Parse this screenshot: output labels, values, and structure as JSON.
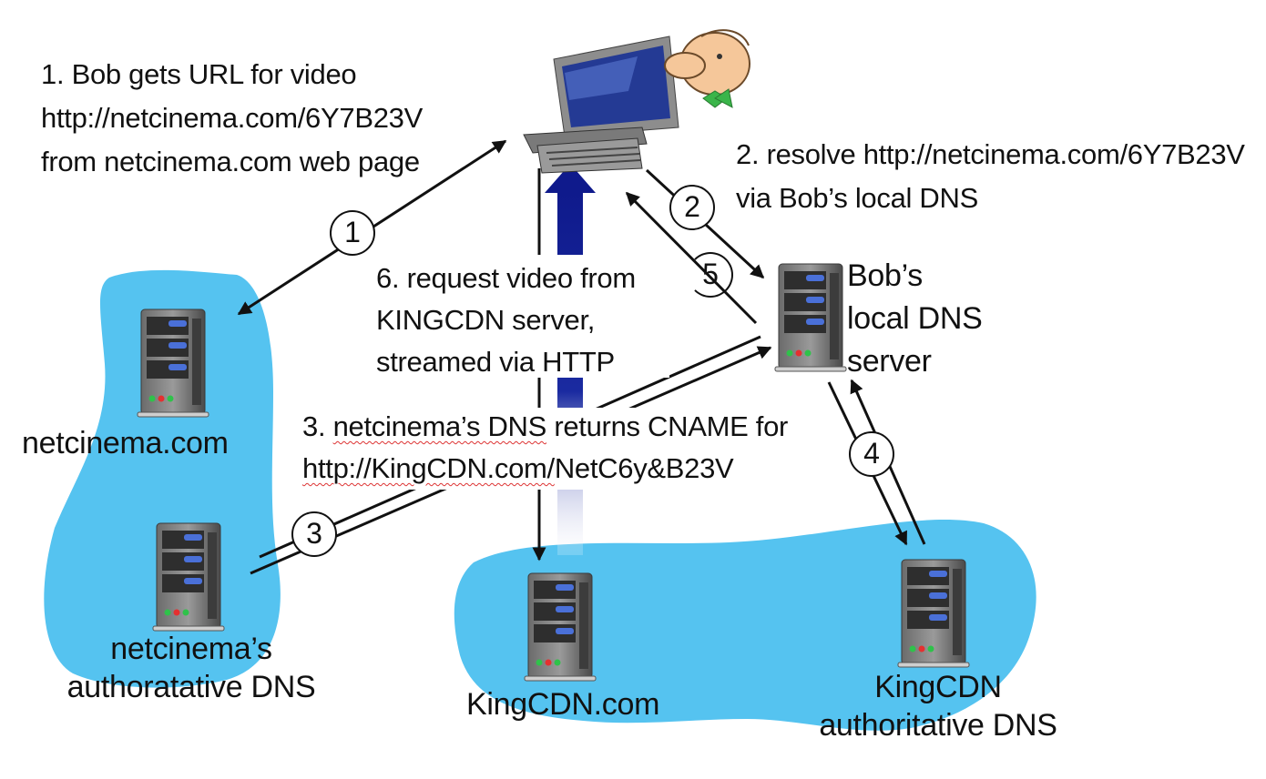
{
  "step1": {
    "lines": [
      "1. Bob gets URL for video",
      "http://netcinema.com/6Y7B23V",
      "from netcinema.com web page"
    ]
  },
  "step2": {
    "lines": [
      "2. resolve http://netcinema.com/6Y7B23V",
      "via Bob’s local DNS"
    ]
  },
  "step3": {
    "prefix": "3.",
    "squiggled": "netcinema’s DNS",
    "mid": " returns CNAME for",
    "line2_squiggled": "http://KingCDN.com/",
    "line2_rest": "NetC6y&B23V"
  },
  "step6": {
    "lines": [
      "6. request video from",
      "KINGCDN server,",
      "streamed via HTTP"
    ]
  },
  "step_numbers": [
    "1",
    "2",
    "3",
    "4",
    "5"
  ],
  "nodes": {
    "local_dns": [
      "Bob’s",
      "local DNS",
      "server"
    ],
    "netcinema": "netcinema.com",
    "netcinema_dns": [
      "netcinema’s",
      "authoratative DNS"
    ],
    "kingcdn": "KingCDN.com",
    "kingcdn_dns": [
      "KingCDN",
      "authoritative DNS"
    ]
  },
  "colors": {
    "cloud": "#55c3f0",
    "arrow": "#111111",
    "video_arrow": "#0f1a8c",
    "server_led_red": "#e53030",
    "server_led_green": "#2fc24a",
    "server_blue": "#4a70d8"
  }
}
